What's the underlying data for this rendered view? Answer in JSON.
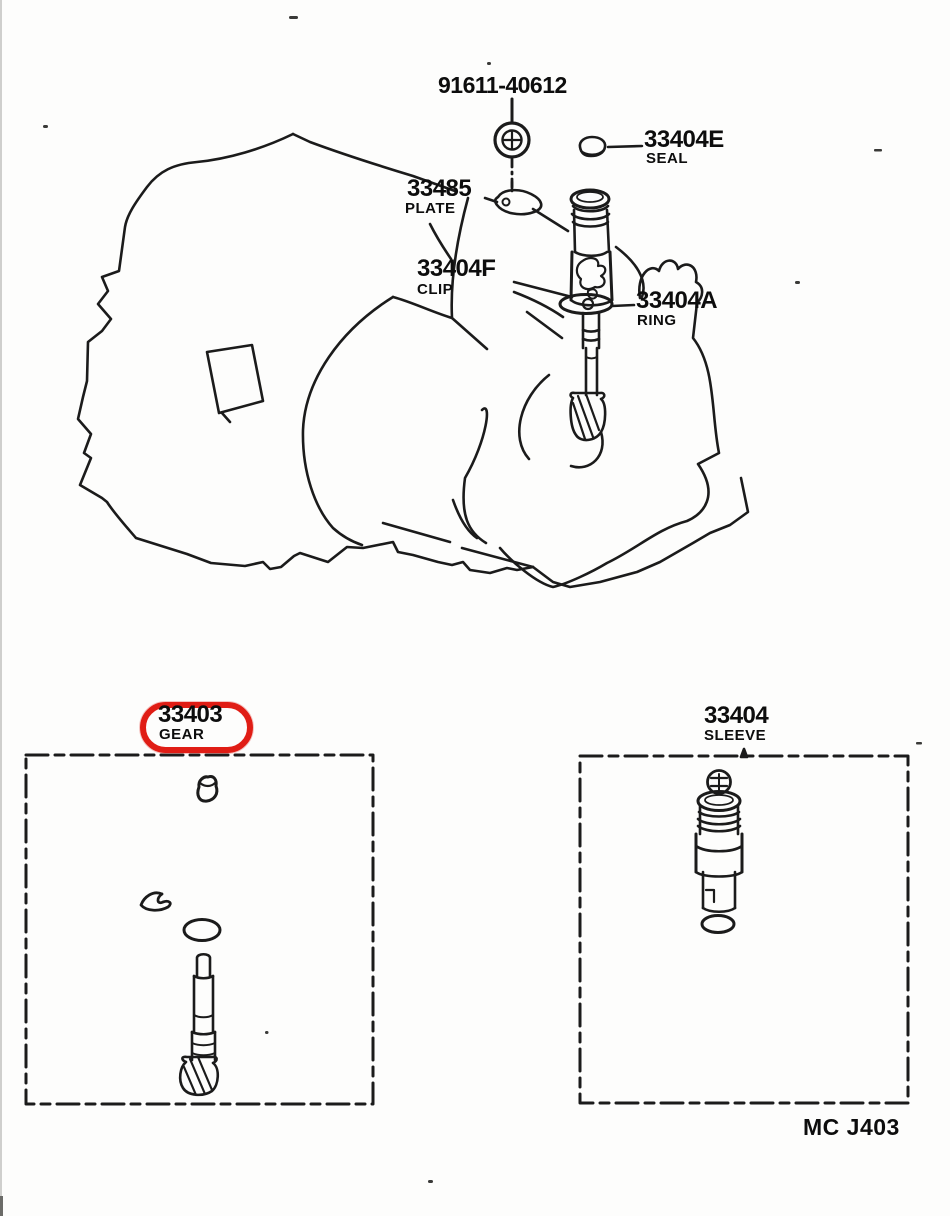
{
  "diagram": {
    "kind": "toyota-parts-catalog-figure",
    "subject": "speedometer driven gear and sleeve, transmission case",
    "colors": {
      "line": "#1b1b1b",
      "highlight": "#e01d15",
      "paper": "#fdfdfc"
    }
  },
  "labels": {
    "bolt": {
      "number": "91611-40612"
    },
    "seal": {
      "number": "33404E",
      "name": "SEAL"
    },
    "plate": {
      "number": "33485",
      "name": "PLATE"
    },
    "clip": {
      "number": "33404F",
      "name": "CLIP"
    },
    "ring": {
      "number": "33404A",
      "name": "RING"
    },
    "gear": {
      "number": "33403",
      "name": "GEAR",
      "highlighted": true
    },
    "sleeve": {
      "number": "33404",
      "name": "SLEEVE"
    }
  },
  "footer": {
    "code": "MC J403"
  }
}
